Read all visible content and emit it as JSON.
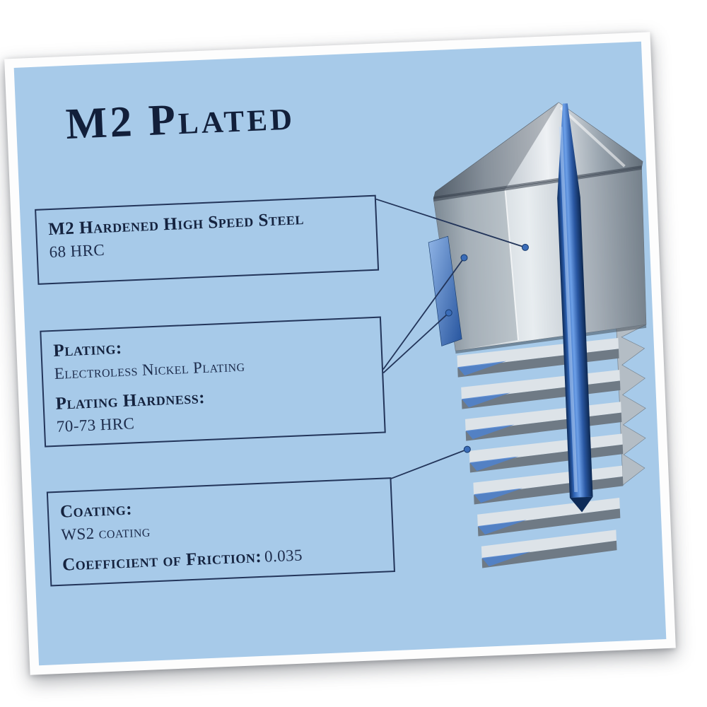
{
  "title": "M2 Plated",
  "card": {
    "background_color": "#a7cae9",
    "frame_color": "#ffffff",
    "text_color": "#15233f",
    "box_border_color": "#23355a"
  },
  "box_material": {
    "heading": "M2 Hardened High Speed Steel",
    "value": "68 HRC"
  },
  "box_plating": {
    "heading1": "Plating:",
    "value1": "Electroless Nickel Plating",
    "heading2": "Plating Hardness:",
    "value2": "70-73 HRC"
  },
  "box_coating": {
    "heading1": "Coating:",
    "value1": "WS2 coating",
    "heading2": "Coefficient of Friction:",
    "value2": "0.035"
  },
  "illustration": {
    "name": "M2 plated nozzle cutaway",
    "bore_color": "#2d5fae",
    "metal_color": "#c9d1d8",
    "callout_line_color": "#23355a",
    "callout_dot_color": "#3a6cb8"
  }
}
